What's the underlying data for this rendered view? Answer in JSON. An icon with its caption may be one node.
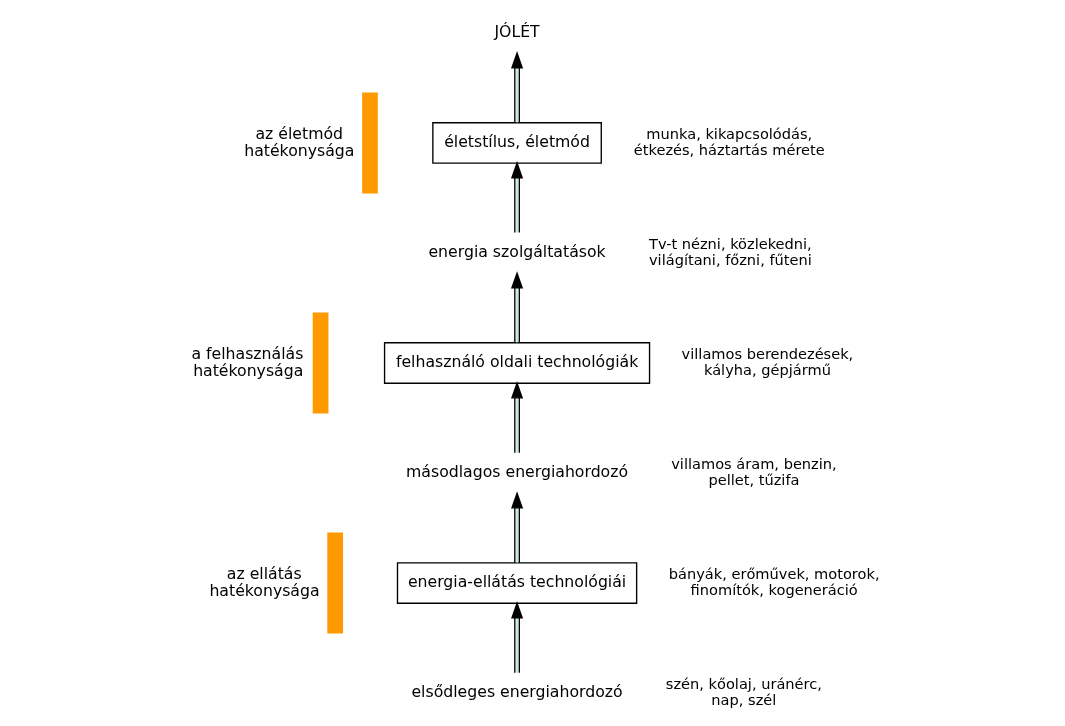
{
  "diagram": {
    "nodes": [
      {
        "text": [
          "JÓLÉT"
        ]
      },
      {
        "text": [
          "életstílus, életmód"
        ],
        "beside": [
          "munka, kikapcsolódás, étkezés, háztartás mérete"
        ]
      },
      {
        "text": [
          "energia szolgáltatások"
        ],
        "beside": [
          "Tv-t nézni, közlekedni, világítani, főzni, fűteni"
        ]
      },
      {
        "text": [
          "felhasználó oldali technológiák"
        ],
        "beside": [
          "villamos berendezések, kályha, gépjármű"
        ]
      },
      {
        "text": [
          "másodlagos energiahordozó"
        ],
        "beside": [
          "villamos áram, benzin, pellet, tűzifa"
        ]
      },
      {
        "text": [
          "energia-ellátás technológiái"
        ],
        "beside": [
          "bányák, erőművek, motorok, finomítók, kogeneráció"
        ]
      },
      {
        "text": [
          "elsődleges energiahordozó"
        ],
        "beside": [
          "szén, kőolaj, uránérc, nap, szél"
        ]
      }
    ],
    "edges": [
      {
        "from": 6,
        "to": 5,
        "arrow": "to"
      },
      {
        "from": 5,
        "to": 4,
        "arrow": "to"
      },
      {
        "from": 4,
        "to": 3,
        "arrow": "to"
      },
      {
        "from": 3,
        "to": 2,
        "arrow": "to"
      },
      {
        "from": 2,
        "to": 1,
        "arrow": "to"
      },
      {
        "from": 1,
        "to": 0,
        "arrow": "to"
      }
    ],
    "labels": [
      "az életmód hatékonysága",
      "a felhasználás hatékonysága",
      "az ellátás hatékonysága"
    ]
  }
}
